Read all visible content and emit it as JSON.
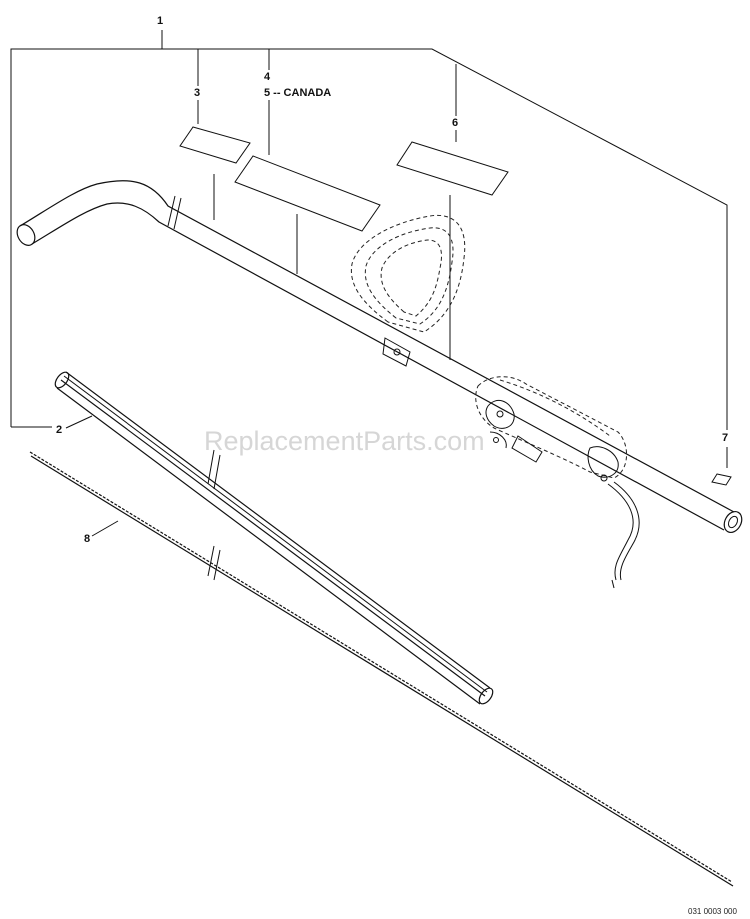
{
  "callouts": {
    "c1": "1",
    "c2": "2",
    "c3": "3",
    "c4": "4",
    "c5": "5 -- CANADA",
    "c6": "6",
    "c7": "7",
    "c8": "8"
  },
  "watermark": "ReplacementParts.com",
  "figure_code": "031 0003 000"
}
